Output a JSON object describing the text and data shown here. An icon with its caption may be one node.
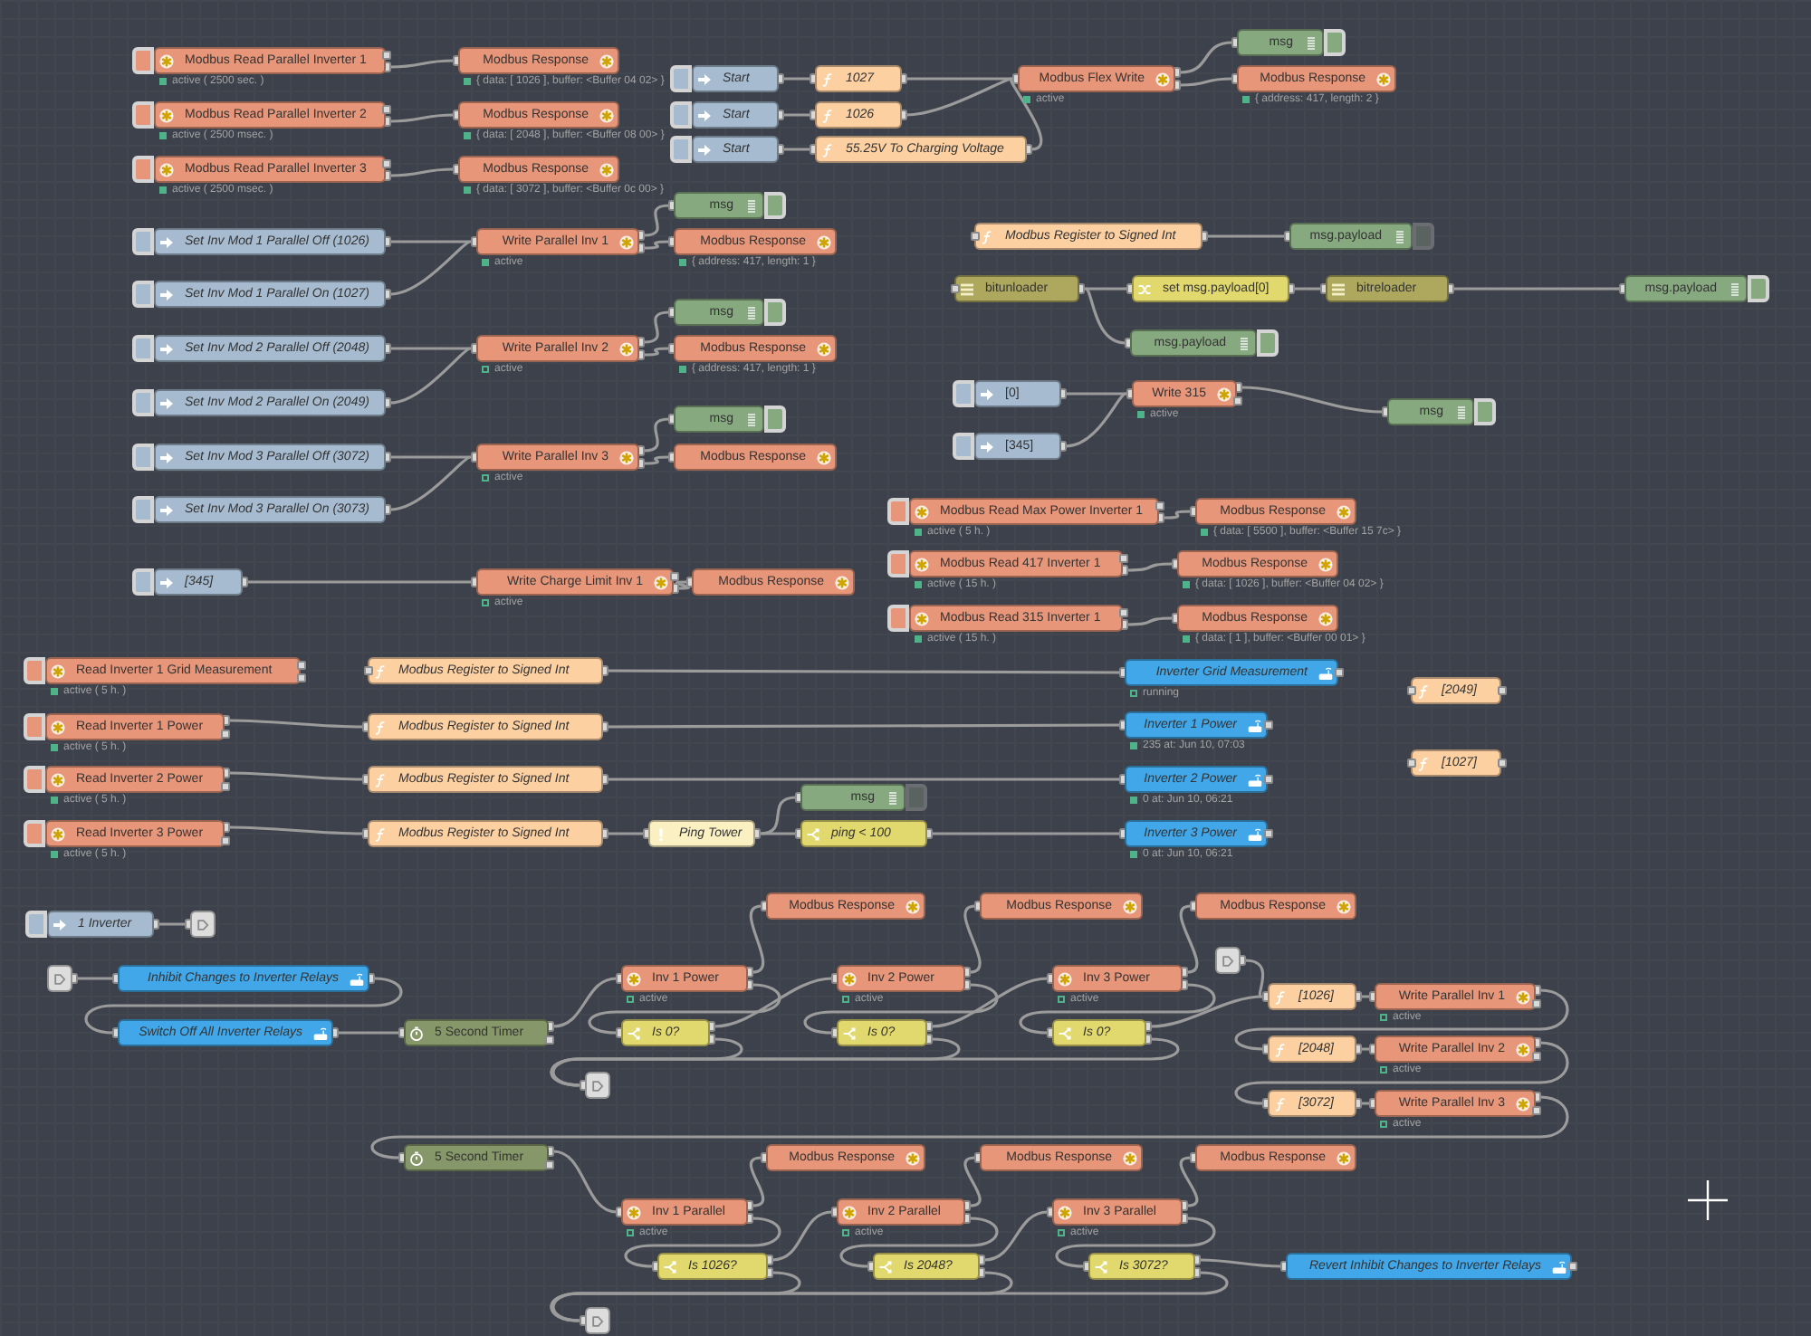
{
  "diagram": {
    "nodes": [
      {
        "text": [
          "Modbus Read Parallel Inverter 1"
        ],
        "beside": [
          "active ( 2500 sec. )"
        ]
      },
      {
        "text": [
          "Modbus Response"
        ],
        "beside": [
          "{ data: [ 1026 ], buffer: <Buffer 04 02> }"
        ]
      },
      {
        "text": [
          "Modbus Read Parallel Inverter 2"
        ],
        "beside": [
          "active ( 2500 msec. )"
        ]
      },
      {
        "text": [
          "Modbus Response"
        ],
        "beside": [
          "{ data: [ 2048 ], buffer: <Buffer 08 00> }"
        ]
      },
      {
        "text": [
          "Modbus Read Parallel Inverter 3"
        ],
        "beside": [
          "active ( 2500 msec. )"
        ]
      },
      {
        "text": [
          "Modbus Response"
        ],
        "beside": [
          "{ data: [ 3072 ], buffer: <Buffer 0c 00> }"
        ]
      },
      {
        "text": [
          "Start"
        ]
      },
      {
        "text": [
          "1027"
        ]
      },
      {
        "text": [
          "Modbus Flex Write"
        ],
        "beside": [
          "active"
        ]
      },
      {
        "text": [
          "msg"
        ]
      },
      {
        "text": [
          "Modbus Response"
        ],
        "beside": [
          "{ address: 417, length: 2 }"
        ]
      },
      {
        "text": [
          "Start"
        ]
      },
      {
        "text": [
          "1026"
        ]
      },
      {
        "text": [
          "Start"
        ]
      },
      {
        "text": [
          "55.25V To Charging Voltage"
        ]
      },
      {
        "text": [
          "msg"
        ]
      },
      {
        "text": [
          "Set Inv Mod 1 Parallel Off (1026)"
        ]
      },
      {
        "text": [
          "Write Parallel Inv 1"
        ],
        "beside": [
          "active"
        ]
      },
      {
        "text": [
          "Modbus Response"
        ],
        "beside": [
          "{ address: 417, length: 1 }"
        ]
      },
      {
        "text": [
          "Modbus Register to Signed Int"
        ]
      },
      {
        "text": [
          "msg.payload"
        ]
      },
      {
        "text": [
          "bitunloader"
        ]
      },
      {
        "text": [
          "set msg.payload[0]"
        ]
      },
      {
        "text": [
          "bitreloader"
        ]
      },
      {
        "text": [
          "msg.payload"
        ]
      },
      {
        "text": [
          "Set Inv Mod 1 Parallel On (1027)"
        ]
      },
      {
        "text": [
          "msg.payload"
        ]
      },
      {
        "text": [
          "msg"
        ]
      },
      {
        "text": [
          "Set Inv Mod 2 Parallel Off (2048)"
        ]
      },
      {
        "text": [
          "Write Parallel Inv 2"
        ],
        "beside": [
          "active"
        ]
      },
      {
        "text": [
          "Modbus Response"
        ],
        "beside": [
          "{ address: 417, length: 1 }"
        ]
      },
      {
        "text": [
          "[0]"
        ]
      },
      {
        "text": [
          "Write 315"
        ],
        "beside": [
          "active"
        ]
      },
      {
        "text": [
          "msg"
        ]
      },
      {
        "text": [
          "Set Inv Mod 2 Parallel On (2049)"
        ]
      },
      {
        "text": [
          "msg"
        ]
      },
      {
        "text": [
          "Set Inv Mod 3 Parallel Off (3072)"
        ]
      },
      {
        "text": [
          "Write Parallel Inv 3"
        ],
        "beside": [
          "active"
        ]
      },
      {
        "text": [
          "Modbus Response"
        ]
      },
      {
        "text": [
          "[345]"
        ]
      },
      {
        "text": [
          "Set Inv Mod 3 Parallel On (3073)"
        ]
      },
      {
        "text": [
          "Modbus Read Max Power Inverter 1"
        ],
        "beside": [
          "active ( 5 h. )"
        ]
      },
      {
        "text": [
          "Modbus Response"
        ],
        "beside": [
          "{ data: [ 5500 ], buffer: <Buffer 15 7c> }"
        ]
      },
      {
        "text": [
          "Modbus Read 417 Inverter 1"
        ],
        "beside": [
          "active ( 15 h. )"
        ]
      },
      {
        "text": [
          "Modbus Response"
        ],
        "beside": [
          "{ data: [ 1026 ], buffer: <Buffer 04 02> }"
        ]
      },
      {
        "text": [
          "[345]"
        ]
      },
      {
        "text": [
          "Write Charge Limit Inv 1"
        ],
        "beside": [
          "active"
        ]
      },
      {
        "text": [
          "Modbus Response"
        ]
      },
      {
        "text": [
          "Modbus Read 315 Inverter 1"
        ],
        "beside": [
          "active ( 15 h. )"
        ]
      },
      {
        "text": [
          "Modbus Response"
        ],
        "beside": [
          "{ data: [ 1 ], buffer: <Buffer 00 01> }"
        ]
      },
      {
        "text": [
          "Read Inverter 1 Grid Measurement"
        ],
        "beside": [
          "active ( 5 h. )"
        ]
      },
      {
        "text": [
          "Modbus Register to Signed Int"
        ]
      },
      {
        "text": [
          "Inverter Grid Measurement"
        ],
        "beside": [
          "running"
        ]
      },
      {
        "text": [
          "[2049]"
        ]
      },
      {
        "text": [
          "Read Inverter 1 Power"
        ],
        "beside": [
          "active ( 5 h. )"
        ]
      },
      {
        "text": [
          "Modbus Register to Signed Int"
        ]
      },
      {
        "text": [
          "Inverter 1 Power"
        ],
        "beside": [
          "235 at: Jun 10, 07:03"
        ]
      },
      {
        "text": [
          "[1027]"
        ]
      },
      {
        "text": [
          "Read Inverter 2 Power"
        ],
        "beside": [
          "active ( 5 h. )"
        ]
      },
      {
        "text": [
          "Modbus Register to Signed Int"
        ]
      },
      {
        "text": [
          "Inverter 2 Power"
        ],
        "beside": [
          "0 at: Jun 10, 06:21"
        ]
      },
      {
        "text": [
          "msg"
        ]
      },
      {
        "text": [
          "Read Inverter 3 Power"
        ],
        "beside": [
          "active ( 5 h. )"
        ]
      },
      {
        "text": [
          "Modbus Register to Signed Int"
        ]
      },
      {
        "text": [
          "Ping Tower"
        ]
      },
      {
        "text": [
          "ping < 100"
        ]
      },
      {
        "text": [
          "Inverter 3 Power"
        ],
        "beside": [
          "0 at: Jun 10, 06:21"
        ]
      },
      {
        "text": [
          "1 Inverter"
        ]
      },
      {
        "text": [],
        "shape": "box"
      },
      {
        "text": [
          "Modbus Response"
        ]
      },
      {
        "text": [
          "Modbus Response"
        ]
      },
      {
        "text": [
          "Modbus Response"
        ]
      },
      {
        "text": [],
        "shape": "box"
      },
      {
        "text": [],
        "shape": "box"
      },
      {
        "text": [
          "Inhibit Changes to Inverter Relays"
        ]
      },
      {
        "text": [
          "Inv 1 Power"
        ],
        "beside": [
          "active"
        ]
      },
      {
        "text": [
          "Inv 2 Power"
        ],
        "beside": [
          "active"
        ]
      },
      {
        "text": [
          "Inv 3 Power"
        ],
        "beside": [
          "active"
        ]
      },
      {
        "text": [
          "[1026]"
        ]
      },
      {
        "text": [
          "Write Parallel Inv 1"
        ],
        "beside": [
          "active"
        ]
      },
      {
        "text": [
          "Switch Off All Inverter Relays"
        ]
      },
      {
        "text": [
          "5 Second Timer"
        ]
      },
      {
        "text": [
          "Is 0?"
        ]
      },
      {
        "text": [
          "Is 0?"
        ]
      },
      {
        "text": [
          "Is 0?"
        ]
      },
      {
        "text": [
          "[2048]"
        ]
      },
      {
        "text": [
          "Write Parallel Inv 2"
        ],
        "beside": [
          "active"
        ]
      },
      {
        "text": [],
        "shape": "box"
      },
      {
        "text": [
          "[3072]"
        ]
      },
      {
        "text": [
          "Write Parallel Inv 3"
        ],
        "beside": [
          "active"
        ]
      },
      {
        "text": [
          "5 Second Timer"
        ]
      },
      {
        "text": [
          "Modbus Response"
        ]
      },
      {
        "text": [
          "Modbus Response"
        ]
      },
      {
        "text": [
          "Modbus Response"
        ]
      },
      {
        "text": [
          "Inv 1 Parallel"
        ],
        "beside": [
          "active"
        ]
      },
      {
        "text": [
          "Inv 2 Parallel"
        ],
        "beside": [
          "active"
        ]
      },
      {
        "text": [
          "Inv 3 Parallel"
        ],
        "beside": [
          "active"
        ]
      },
      {
        "text": [
          "Is 1026?"
        ]
      },
      {
        "text": [
          "Is 2048?"
        ]
      },
      {
        "text": [
          "Is 3072?"
        ]
      },
      {
        "text": [
          "Revert Inhibit Changes to Inverter Relays"
        ]
      },
      {
        "text": [],
        "shape": "box"
      }
    ],
    "edges": [
      {
        "from": 0,
        "to": 1,
        "arrow": "other"
      },
      {
        "from": 2,
        "to": 3,
        "arrow": "other"
      },
      {
        "from": 4,
        "to": 5,
        "arrow": "other"
      },
      {
        "from": 6,
        "to": 7,
        "arrow": "other"
      },
      {
        "from": 7,
        "to": 8,
        "arrow": "other"
      },
      {
        "from": 8,
        "to": 9,
        "arrow": "other"
      },
      {
        "from": 8,
        "to": 10,
        "arrow": "other"
      },
      {
        "from": 11,
        "to": 12,
        "arrow": "other"
      },
      {
        "from": 12,
        "to": 8,
        "arrow": "other"
      },
      {
        "from": 13,
        "to": 14,
        "arrow": "other"
      },
      {
        "from": 14,
        "to": 8,
        "arrow": "other"
      },
      {
        "from": 16,
        "to": 17,
        "arrow": "other"
      },
      {
        "from": 25,
        "to": 17,
        "arrow": "other"
      },
      {
        "from": 17,
        "to": 15,
        "arrow": "other"
      },
      {
        "from": 17,
        "to": 18,
        "arrow": "other"
      },
      {
        "from": 19,
        "to": 20,
        "arrow": "other"
      },
      {
        "from": 21,
        "to": 22,
        "arrow": "other"
      },
      {
        "from": 21,
        "to": 26,
        "arrow": "other"
      },
      {
        "from": 22,
        "to": 23,
        "arrow": "other"
      },
      {
        "from": 23,
        "to": 24,
        "arrow": "other"
      },
      {
        "from": 28,
        "to": 29,
        "arrow": "other"
      },
      {
        "from": 34,
        "to": 29,
        "arrow": "other"
      },
      {
        "from": 29,
        "to": 27,
        "arrow": "other"
      },
      {
        "from": 29,
        "to": 30,
        "arrow": "other"
      },
      {
        "from": 31,
        "to": 32,
        "arrow": "other"
      },
      {
        "from": 39,
        "to": 32,
        "arrow": "other"
      },
      {
        "from": 32,
        "to": 33,
        "arrow": "other"
      },
      {
        "from": 36,
        "to": 37,
        "arrow": "other"
      },
      {
        "from": 40,
        "to": 37,
        "arrow": "other"
      },
      {
        "from": 37,
        "to": 35,
        "arrow": "other"
      },
      {
        "from": 37,
        "to": 38,
        "arrow": "other"
      },
      {
        "from": 41,
        "to": 42,
        "arrow": "other"
      },
      {
        "from": 43,
        "to": 44,
        "arrow": "other"
      },
      {
        "from": 45,
        "to": 46,
        "arrow": "other"
      },
      {
        "from": 46,
        "to": 47,
        "arrow": "other"
      },
      {
        "from": 48,
        "to": 49,
        "arrow": "other"
      },
      {
        "from": 51,
        "to": 52,
        "arrow": "other"
      },
      {
        "from": 54,
        "to": 55,
        "arrow": "other"
      },
      {
        "from": 55,
        "to": 56,
        "arrow": "other"
      },
      {
        "from": 58,
        "to": 59,
        "arrow": "other"
      },
      {
        "from": 59,
        "to": 60,
        "arrow": "other"
      },
      {
        "from": 62,
        "to": 63,
        "arrow": "other"
      },
      {
        "from": 63,
        "to": 64,
        "arrow": "other"
      },
      {
        "from": 64,
        "to": 61,
        "arrow": "other"
      },
      {
        "from": 64,
        "to": 65,
        "arrow": "other"
      },
      {
        "from": 65,
        "to": 66,
        "arrow": "other"
      },
      {
        "from": 67,
        "to": 68,
        "arrow": "other"
      },
      {
        "from": 73,
        "to": 74,
        "arrow": "other"
      },
      {
        "from": 74,
        "to": 80,
        "arrow": "other"
      },
      {
        "from": 80,
        "to": 81,
        "arrow": "other"
      },
      {
        "from": 81,
        "to": 75,
        "arrow": "other"
      },
      {
        "from": 75,
        "to": 69,
        "arrow": "other"
      },
      {
        "from": 75,
        "to": 82,
        "arrow": "other"
      },
      {
        "from": 82,
        "to": 76,
        "arrow": "other"
      },
      {
        "from": 82,
        "to": 87,
        "arrow": "other"
      },
      {
        "from": 76,
        "to": 70,
        "arrow": "other"
      },
      {
        "from": 76,
        "to": 83,
        "arrow": "other"
      },
      {
        "from": 83,
        "to": 77,
        "arrow": "other"
      },
      {
        "from": 83,
        "to": 87,
        "arrow": "other"
      },
      {
        "from": 77,
        "to": 71,
        "arrow": "other"
      },
      {
        "from": 77,
        "to": 84,
        "arrow": "other"
      },
      {
        "from": 84,
        "to": 78,
        "arrow": "other"
      },
      {
        "from": 84,
        "to": 87,
        "arrow": "other"
      },
      {
        "from": 72,
        "to": 78,
        "arrow": "other"
      },
      {
        "from": 78,
        "to": 79,
        "arrow": "other"
      },
      {
        "from": 79,
        "to": 85,
        "arrow": "other"
      },
      {
        "from": 85,
        "to": 86,
        "arrow": "other"
      },
      {
        "from": 86,
        "to": 88,
        "arrow": "other"
      },
      {
        "from": 88,
        "to": 89,
        "arrow": "other"
      },
      {
        "from": 89,
        "to": 90,
        "arrow": "other"
      },
      {
        "from": 90,
        "to": 94,
        "arrow": "other"
      },
      {
        "from": 94,
        "to": 91,
        "arrow": "other"
      },
      {
        "from": 94,
        "to": 97,
        "arrow": "other"
      },
      {
        "from": 97,
        "to": 95,
        "arrow": "other"
      },
      {
        "from": 97,
        "to": 101,
        "arrow": "other"
      },
      {
        "from": 95,
        "to": 92,
        "arrow": "other"
      },
      {
        "from": 95,
        "to": 98,
        "arrow": "other"
      },
      {
        "from": 98,
        "to": 96,
        "arrow": "other"
      },
      {
        "from": 98,
        "to": 101,
        "arrow": "other"
      },
      {
        "from": 96,
        "to": 93,
        "arrow": "other"
      },
      {
        "from": 96,
        "to": 99,
        "arrow": "other"
      },
      {
        "from": 99,
        "to": 100,
        "arrow": "other"
      },
      {
        "from": 99,
        "to": 101,
        "arrow": "other"
      }
    ]
  }
}
